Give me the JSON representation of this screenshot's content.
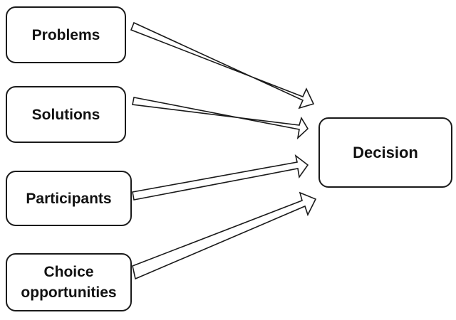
{
  "diagram": {
    "inputs": [
      {
        "id": "problems",
        "label": "Problems"
      },
      {
        "id": "solutions",
        "label": "Solutions"
      },
      {
        "id": "participants",
        "label": "Participants"
      },
      {
        "id": "choice",
        "label": "Choice\nopportunities"
      }
    ],
    "output": {
      "id": "decision",
      "label": "Decision"
    },
    "edges": [
      {
        "from": "problems",
        "to": "decision"
      },
      {
        "from": "solutions",
        "to": "decision"
      },
      {
        "from": "participants",
        "to": "decision"
      },
      {
        "from": "choice",
        "to": "decision"
      }
    ]
  }
}
